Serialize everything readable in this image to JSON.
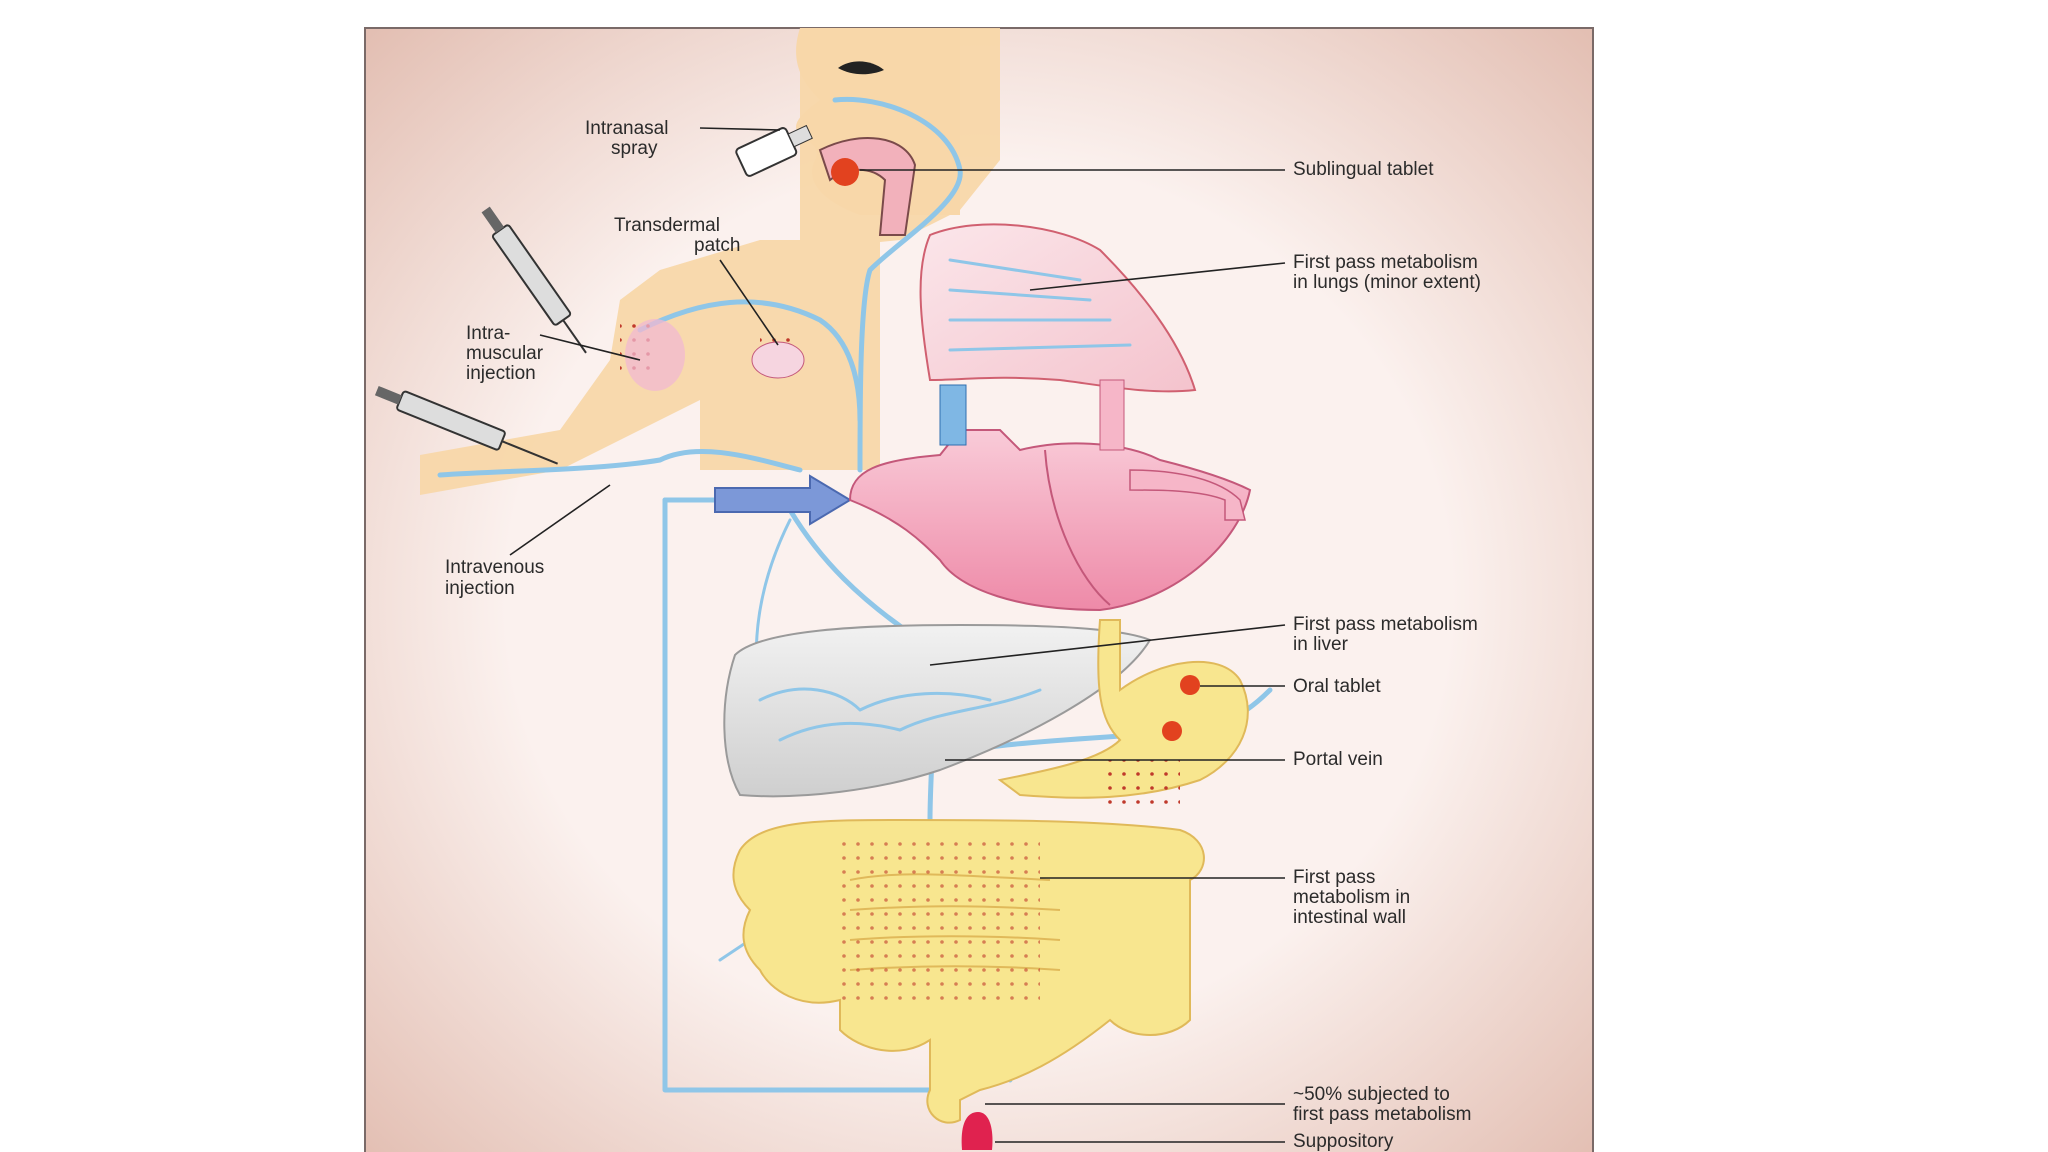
{
  "colors": {
    "frame_border": "#7a6a68",
    "frame_inner": "#fbf1ee",
    "frame_edge": "#e6c3b8",
    "skin": "#f8d7a9",
    "vessel": "#8fc6e8",
    "drug_dot": "#c0392b",
    "heart": "#f6b6c8",
    "lung": "#f7d9df",
    "liver": "#e4e4e4",
    "intestine": "#f8e68f",
    "arrow_blue": "#7c98d8"
  },
  "icons": [
    "syringe-icon",
    "nasal-spray-icon",
    "patch-icon",
    "tablet-icon",
    "suppository-icon"
  ],
  "labels": {
    "intranasal_1": "Intranasal",
    "intranasal_2": "spray",
    "sublingual": "Sublingual tablet",
    "transdermal_1": "Transdermal",
    "transdermal_2": "patch",
    "im_1": "Intra-",
    "im_2": "muscular",
    "im_3": "injection",
    "iv_1": "Intravenous",
    "iv_2": "injection",
    "lungs_1": "First pass metabolism",
    "lungs_2": "in lungs (minor extent)",
    "liver_1": "First pass metabolism",
    "liver_2": "in liver",
    "oral": "Oral tablet",
    "portal": "Portal vein",
    "gut_1": "First pass",
    "gut_2": "metabolism in",
    "gut_3": "intestinal wall",
    "rectal_1": "~50% subjected to",
    "rectal_2": "first pass metabolism",
    "suppository": "Suppository"
  }
}
